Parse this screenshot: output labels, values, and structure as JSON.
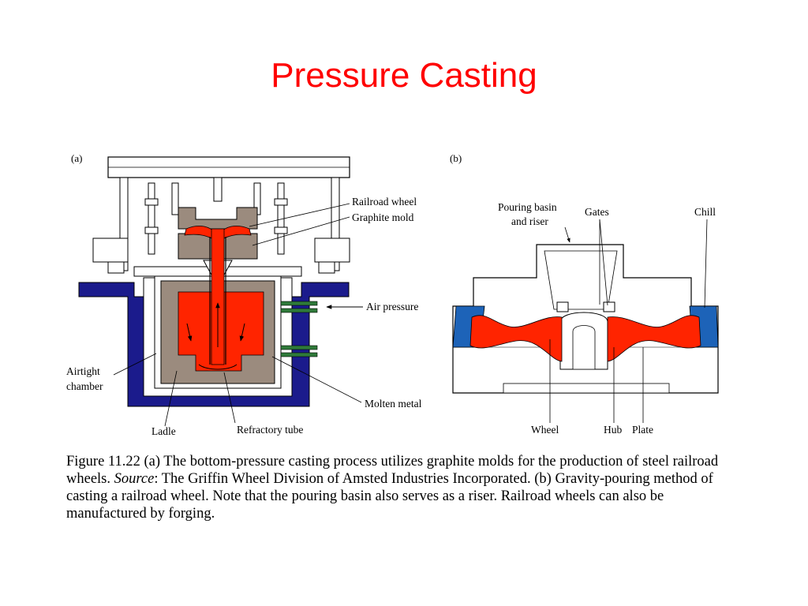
{
  "title": "Pressure Casting",
  "colors": {
    "title": "#ff0000",
    "molten_metal": "#ff2400",
    "graphite": "#9b8b7e",
    "chamber": "#1b1b8c",
    "chill": "#1d63b8",
    "air_valve": "#2f7a3a"
  },
  "panel_a": {
    "tag": "(a)",
    "labels": {
      "railroad_wheel": "Railroad wheel",
      "graphite_mold": "Graphite mold",
      "air_pressure": "Air pressure",
      "airtight_chamber_1": "Airtight",
      "airtight_chamber_2": "chamber",
      "molten_metal": "Molten metal",
      "ladle": "Ladle",
      "refractory_tube": "Refractory tube"
    }
  },
  "panel_b": {
    "tag": "(b)",
    "labels": {
      "pouring_basin_1": "Pouring basin",
      "pouring_basin_2": "and riser",
      "gates": "Gates",
      "chill": "Chill",
      "wheel": "Wheel",
      "hub": "Hub",
      "plate": "Plate"
    }
  },
  "caption": {
    "part1": "Figure 11.22  (a) The bottom-pressure casting process utilizes graphite molds for the production of steel railroad wheels.  ",
    "source_word": "Source",
    "part2": ": The Griffin Wheel Division of Amsted Industries Incorporated.  (b) Gravity-pouring method of casting a railroad wheel.  Note that the pouring basin also serves as a riser.  Railroad wheels can also be manufactured by forging."
  }
}
